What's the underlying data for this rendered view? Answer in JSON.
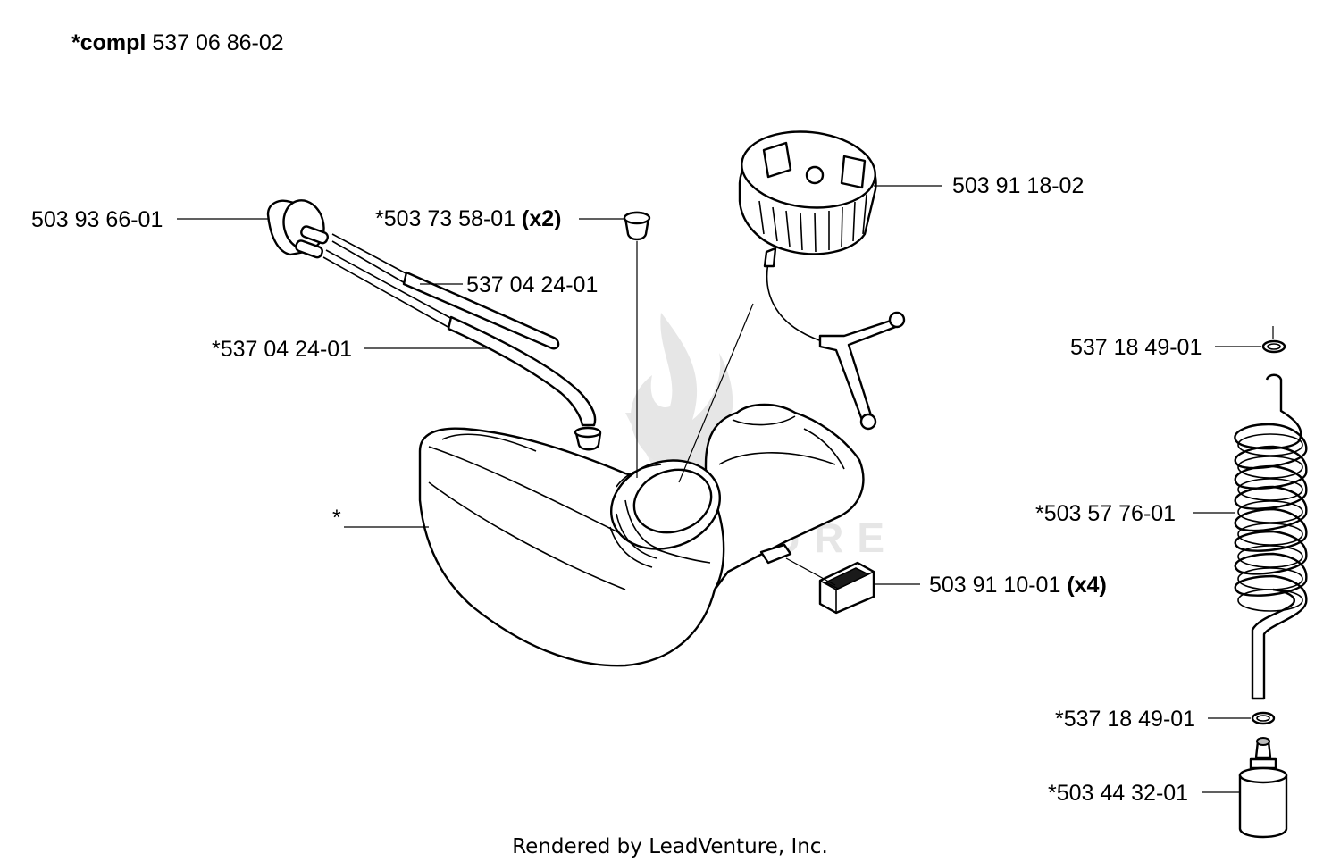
{
  "header": {
    "compl_prefix": "*compl",
    "compl_number": "537 06 86-02"
  },
  "labels": {
    "primer_bulb": "503 93 66-01",
    "grommet": "*503 73 58-01",
    "grommet_qty": "(x2)",
    "fuel_cap": "503 91 18-02",
    "fuel_hose_upper": "537 04 24-01",
    "fuel_hose_lower": "*537 04 24-01",
    "tank": "*",
    "rubber_mount": "503 91 10-01",
    "rubber_mount_qty": "(x4)",
    "o_ring_top": "537 18 49-01",
    "fuel_line_coil": "*503 57 76-01",
    "o_ring_bottom": "*537 18 49-01",
    "fuel_filter": "*503 44 32-01"
  },
  "watermark": {
    "text": "LEADVENTURE"
  },
  "footer": {
    "text": "Rendered by LeadVenture, Inc."
  }
}
